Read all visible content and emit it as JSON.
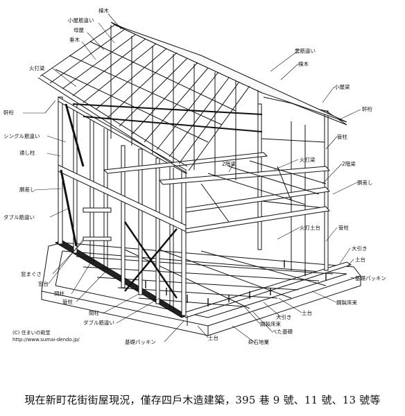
{
  "diagram": {
    "left_labels": [
      "棟木",
      "小屋筋違い",
      "母屋",
      "垂木",
      "火打梁",
      "軒桁",
      "シングル筋違い",
      "通し柱",
      "胴差し",
      "ダブル筋違い",
      "窓まぐさ",
      "窓台",
      "間柱",
      "管柱",
      "間柱",
      "ダブル筋違い",
      "基礎パッキン"
    ],
    "right_labels": [
      "雲筋違い",
      "棟木",
      "小屋梁",
      "軒桁",
      "管柱",
      "2階梁",
      "火打梁",
      "2階梁",
      "胴差し",
      "火打土台",
      "管柱",
      "大引き",
      "土台",
      "基礎パッキン",
      "鋼製床束",
      "土台",
      "大引き",
      "鋼製床束",
      "べた基礎",
      "砕石地業",
      "土台"
    ],
    "credit_line1": "(C) 住まいの殿堂",
    "credit_line2": "http://www.sumai-dendo.jp/"
  },
  "caption": "現在新町花街街屋現況，僅存四戶木造建築，395 巷 9 號、11 號、13 號等"
}
